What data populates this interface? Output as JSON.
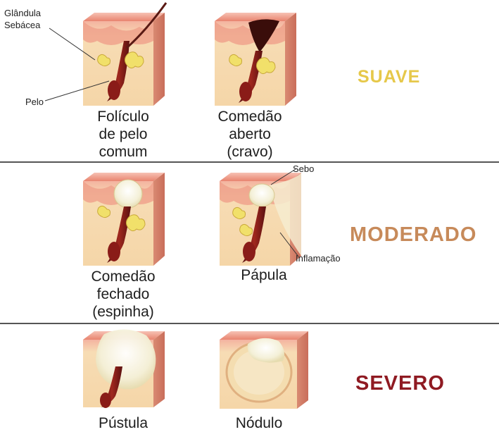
{
  "labels": {
    "sebaceous_gland": "Glândula\nSebácea",
    "hair": "Pelo",
    "sebum": "Sebo",
    "inflammation": "Inflamação"
  },
  "rows": [
    {
      "severity": "SUAVE",
      "severity_color": "#e6c84a",
      "items": [
        {
          "caption": "Folículo\nde pelo\ncomum"
        },
        {
          "caption": "Comedão\naberto\n(cravo)"
        }
      ]
    },
    {
      "severity": "MODERADO",
      "severity_color": "#c78a5a",
      "items": [
        {
          "caption": "Comedão\nfechado\n(espinha)"
        },
        {
          "caption": "Pápula"
        }
      ]
    },
    {
      "severity": "SEVERO",
      "severity_color": "#8f1a22",
      "items": [
        {
          "caption": "Pústula"
        },
        {
          "caption": "Nódulo"
        }
      ]
    }
  ]
}
